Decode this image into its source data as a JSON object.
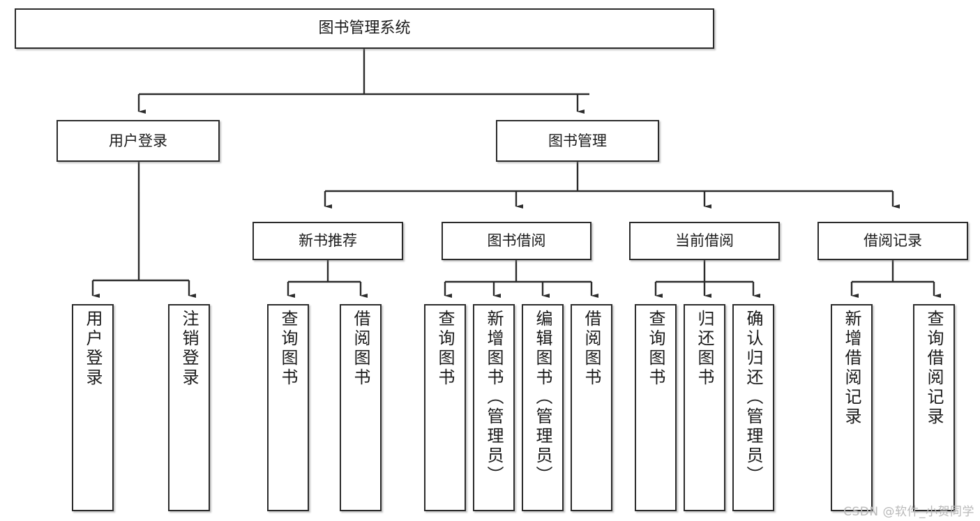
{
  "diagram": {
    "title": "图书管理系统",
    "type": "tree",
    "watermark": "CSDN @软件_小贺同学",
    "colors": {
      "box_border": "#2b2b2b",
      "box_fill": "#ffffff",
      "edge": "#2b2b2b",
      "text": "#1a1a1a",
      "watermark": "#b9b9b9"
    },
    "nodes": {
      "root": {
        "label": "图书管理系统"
      },
      "level2": [
        {
          "id": "user-login",
          "label": "用户登录"
        },
        {
          "id": "book-manage",
          "label": "图书管理"
        }
      ],
      "level3": [
        {
          "id": "new-book-recommend",
          "label": "新书推荐"
        },
        {
          "id": "book-borrow",
          "label": "图书借阅"
        },
        {
          "id": "current-borrow",
          "label": "当前借阅"
        },
        {
          "id": "borrow-record",
          "label": "借阅记录"
        }
      ],
      "leaves": {
        "user-login": [
          {
            "id": "leaf-user-login",
            "label": "用户登录"
          },
          {
            "id": "leaf-logout-login",
            "label": "注销登录"
          }
        ],
        "new-book-recommend": [
          {
            "id": "leaf-query-book-1",
            "label": "查询图书"
          },
          {
            "id": "leaf-borrow-book-1",
            "label": "借阅图书"
          }
        ],
        "book-borrow": [
          {
            "id": "leaf-query-book-2",
            "label": "查询图书"
          },
          {
            "id": "leaf-add-book",
            "label": "新增图书（管理员）"
          },
          {
            "id": "leaf-edit-book",
            "label": "编辑图书（管理员）"
          },
          {
            "id": "leaf-borrow-book-2",
            "label": "借阅图书"
          }
        ],
        "current-borrow": [
          {
            "id": "leaf-query-book-3",
            "label": "查询图书"
          },
          {
            "id": "leaf-return-book",
            "label": "归还图书"
          },
          {
            "id": "leaf-confirm-return",
            "label": "确认归还（管理员）"
          }
        ],
        "borrow-record": [
          {
            "id": "leaf-add-record",
            "label": "新增借阅记录"
          },
          {
            "id": "leaf-query-record",
            "label": "查询借阅记录"
          }
        ]
      }
    }
  }
}
